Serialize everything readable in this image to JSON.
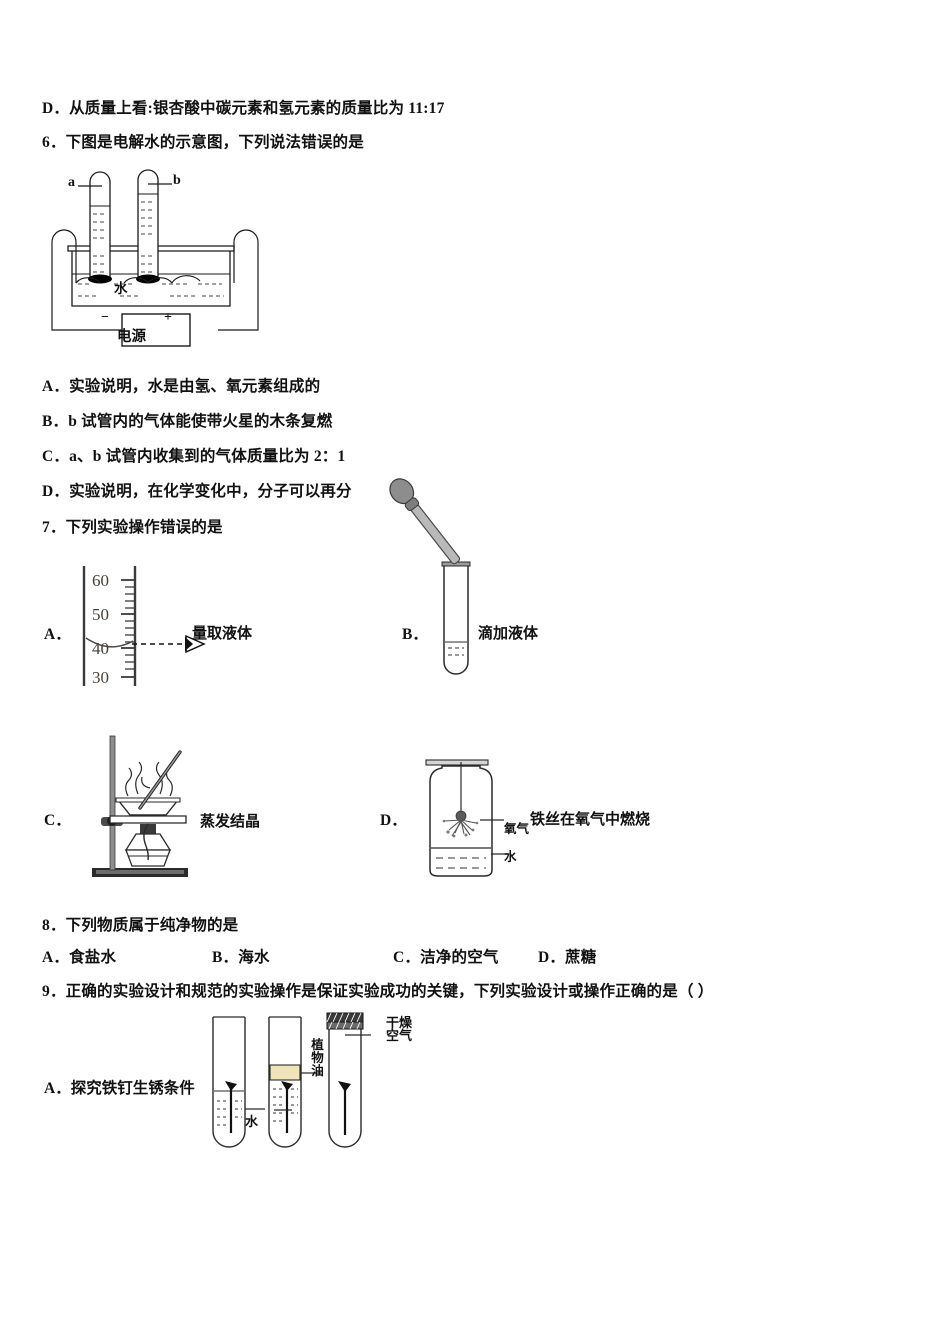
{
  "document": {
    "type": "chemistry-exam-paper",
    "language": "zh-CN"
  },
  "q5_tail": {
    "option_d": "D．从质量上看:银杏酸中碳元素和氢元素的质量比为 11:17"
  },
  "q6": {
    "stem": "6．下图是电解水的示意图，下列说法错误的是",
    "figure": {
      "name": "electrolysis-of-water-diagram",
      "tube_a_label": "a",
      "tube_b_label": "b",
      "water_label": "水",
      "power_source_label": "电源",
      "negative_terminal": "−",
      "positive_terminal": "+"
    },
    "options": [
      "A．实验说明，水是由氢、氧元素组成的",
      "B．b 试管内的气体能使带火星的木条复燃",
      "C．a、b 试管内收集到的气体质量比为 2：1",
      "D．实验说明，在化学变化中，分子可以再分"
    ]
  },
  "q7": {
    "stem": "7．下列实验操作错误的是",
    "options": [
      {
        "label": "A．",
        "caption": "量取液体",
        "figure": "graduated-cylinder-eye-level",
        "scale_ticks": [
          "60",
          "50",
          "40",
          "30"
        ]
      },
      {
        "label": "B．",
        "caption": "滴加液体",
        "figure": "dropper-into-test-tube"
      },
      {
        "label": "C．",
        "caption": "蒸发结晶",
        "figure": "evaporating-dish-on-stand"
      },
      {
        "label": "D．",
        "caption": "铁丝在氧气中燃烧",
        "figure": "iron-wire-burning-in-oxygen-bottle",
        "inner_labels": [
          "氧气",
          "水"
        ]
      }
    ]
  },
  "q8": {
    "stem": "8．下列物质属于纯净物的是",
    "options": [
      "A．食盐水",
      "B．海水",
      "C．洁净的空气",
      "D．蔗糖"
    ]
  },
  "q9": {
    "stem": "9．正确的实验设计和规范的实验操作是保证实验成功的关键，下列实验设计或操作正确的是（  ）",
    "option_a": {
      "label": "A．探究铁钉生锈条件",
      "figure": "three-test-tubes-iron-nail-rusting",
      "labels": {
        "water": "水",
        "vegetable_oil": "植物油",
        "dry_air": "干燥空气"
      }
    }
  },
  "colors": {
    "ink": "#111111",
    "line": "#1a1a1a",
    "oil_fill": "#efe3b8",
    "grey_fill": "#8a8a8a",
    "light_grey": "#c9c9c9"
  }
}
